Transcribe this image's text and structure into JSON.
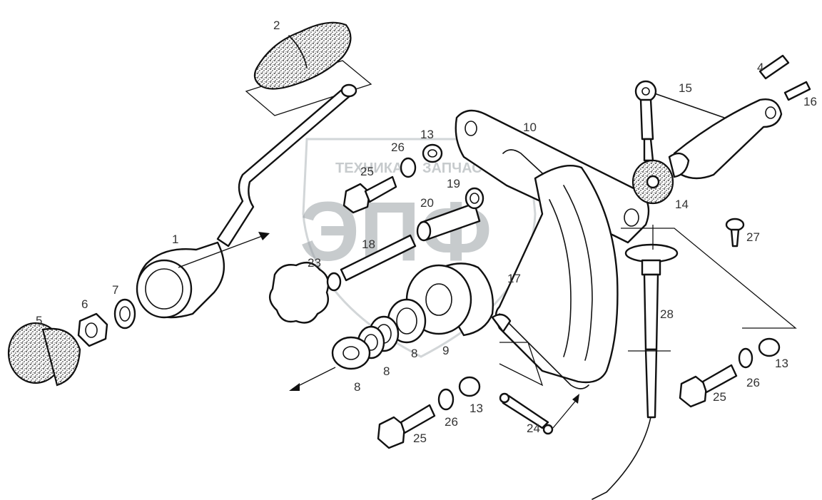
{
  "watermark": {
    "line1_left": "ТЕХНИКА",
    "line1_right": "ЗАПЧАСТИ",
    "logo": "ЭПФ"
  },
  "callouts": [
    {
      "id": "c1",
      "text": "1"
    },
    {
      "id": "c2",
      "text": "2"
    },
    {
      "id": "c4",
      "text": "4"
    },
    {
      "id": "c5",
      "text": "5"
    },
    {
      "id": "c6",
      "text": "6"
    },
    {
      "id": "c7",
      "text": "7"
    },
    {
      "id": "c8a",
      "text": "8"
    },
    {
      "id": "c8b",
      "text": "8"
    },
    {
      "id": "c8c",
      "text": "8"
    },
    {
      "id": "c9",
      "text": "9"
    },
    {
      "id": "c10",
      "text": "10"
    },
    {
      "id": "c13a",
      "text": "13"
    },
    {
      "id": "c13b",
      "text": "13"
    },
    {
      "id": "c13c",
      "text": "13"
    },
    {
      "id": "c14",
      "text": "14"
    },
    {
      "id": "c15",
      "text": "15"
    },
    {
      "id": "c16",
      "text": "16"
    },
    {
      "id": "c17",
      "text": "17"
    },
    {
      "id": "c18",
      "text": "18"
    },
    {
      "id": "c19",
      "text": "19"
    },
    {
      "id": "c20",
      "text": "20"
    },
    {
      "id": "c23",
      "text": "23"
    },
    {
      "id": "c24",
      "text": "24"
    },
    {
      "id": "c25a",
      "text": "25"
    },
    {
      "id": "c25b",
      "text": "25"
    },
    {
      "id": "c25c",
      "text": "25"
    },
    {
      "id": "c26a",
      "text": "26"
    },
    {
      "id": "c26b",
      "text": "26"
    },
    {
      "id": "c26c",
      "text": "26"
    },
    {
      "id": "c27",
      "text": "27"
    },
    {
      "id": "c28",
      "text": "28"
    }
  ]
}
